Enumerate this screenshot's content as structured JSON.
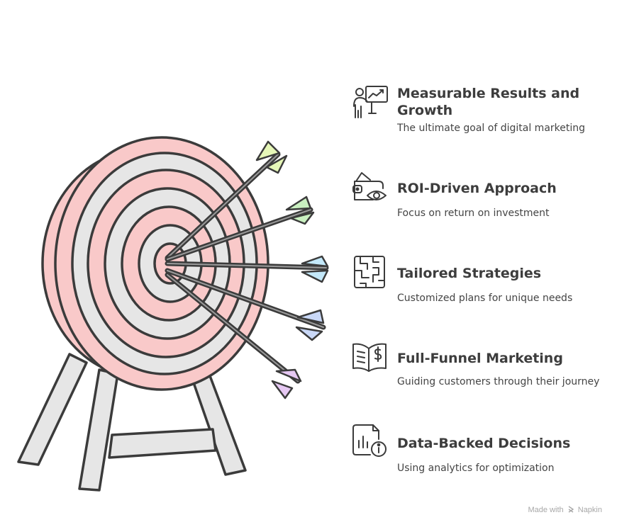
{
  "items": [
    {
      "title": "Measurable Results and Growth",
      "desc": "The ultimate goal of digital marketing",
      "icon": "presentation-growth-icon"
    },
    {
      "title": "ROI-Driven Approach",
      "desc": "Focus on return on investment",
      "icon": "wallet-eye-icon"
    },
    {
      "title": "Tailored Strategies",
      "desc": "Customized plans for unique needs",
      "icon": "maze-icon"
    },
    {
      "title": "Full-Funnel Marketing",
      "desc": "Guiding customers through their journey",
      "icon": "book-dollar-icon"
    },
    {
      "title": "Data-Backed Decisions",
      "desc": "Using analytics for optimization",
      "icon": "report-info-icon"
    }
  ],
  "footer": {
    "made_with": "Made with",
    "brand": "Napkin"
  },
  "colors": {
    "outline": "#3b3b3b",
    "ring_red": "#f9c9c9",
    "ring_grey": "#e6e6e6",
    "fletching": [
      "#e6f7b8",
      "#c9f0c0",
      "#c3e8f9",
      "#c9d8f7",
      "#e6c8f3"
    ]
  }
}
